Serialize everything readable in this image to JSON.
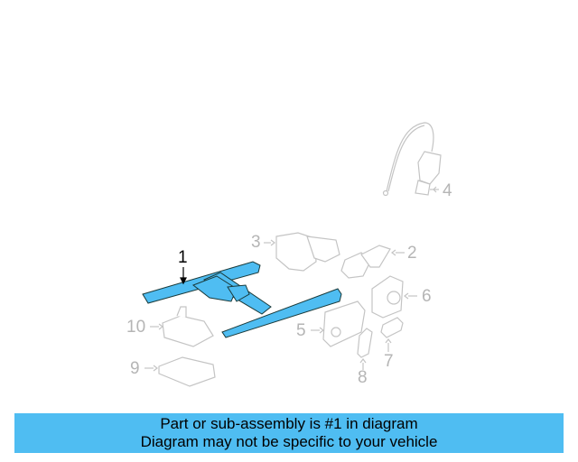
{
  "diagram": {
    "highlight_color": "#4fbdf2",
    "part_color": "#b5b5b5",
    "callouts": [
      {
        "id": "1",
        "label": "1",
        "highlighted": true
      },
      {
        "id": "2",
        "label": "2"
      },
      {
        "id": "3",
        "label": "3"
      },
      {
        "id": "4",
        "label": "4"
      },
      {
        "id": "5",
        "label": "5"
      },
      {
        "id": "6",
        "label": "6"
      },
      {
        "id": "7",
        "label": "7"
      },
      {
        "id": "8",
        "label": "8"
      },
      {
        "id": "9",
        "label": "9"
      },
      {
        "id": "10",
        "label": "10"
      }
    ]
  },
  "banner": {
    "line1": "Part or sub-assembly is #1 in diagram",
    "line2": "Diagram may not be specific to your vehicle",
    "background": "#4fbdf2"
  }
}
